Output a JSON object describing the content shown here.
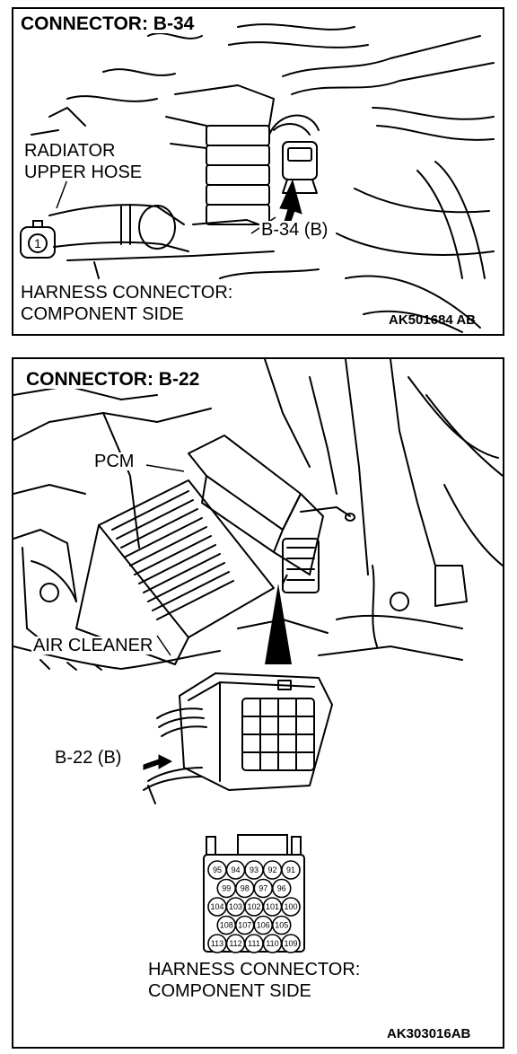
{
  "panels": [
    {
      "title": "CONNECTOR: B-34",
      "labels": {
        "hose_line1": "RADIATOR",
        "hose_line2": "UPPER HOSE",
        "connector_ref": "B-34 (B)",
        "pin_number": "1",
        "harness_line1": "HARNESS CONNECTOR:",
        "harness_line2": "COMPONENT SIDE"
      },
      "code": "AK501684 AB"
    },
    {
      "title": "CONNECTOR: B-22",
      "labels": {
        "pcm": "PCM",
        "air_cleaner": "AIR CLEANER",
        "connector_ref": "B-22 (B)",
        "harness_line1": "HARNESS CONNECTOR:",
        "harness_line2": "COMPONENT SIDE"
      },
      "pin_rows": [
        [
          "95",
          "94",
          "93",
          "92",
          "91"
        ],
        [
          "99",
          "98",
          "97",
          "96"
        ],
        [
          "104",
          "103",
          "102",
          "101",
          "100"
        ],
        [
          "108",
          "107",
          "106",
          "105"
        ],
        [
          "113",
          "112",
          "111",
          "110",
          "109"
        ]
      ],
      "code": "AK303016AB"
    }
  ]
}
